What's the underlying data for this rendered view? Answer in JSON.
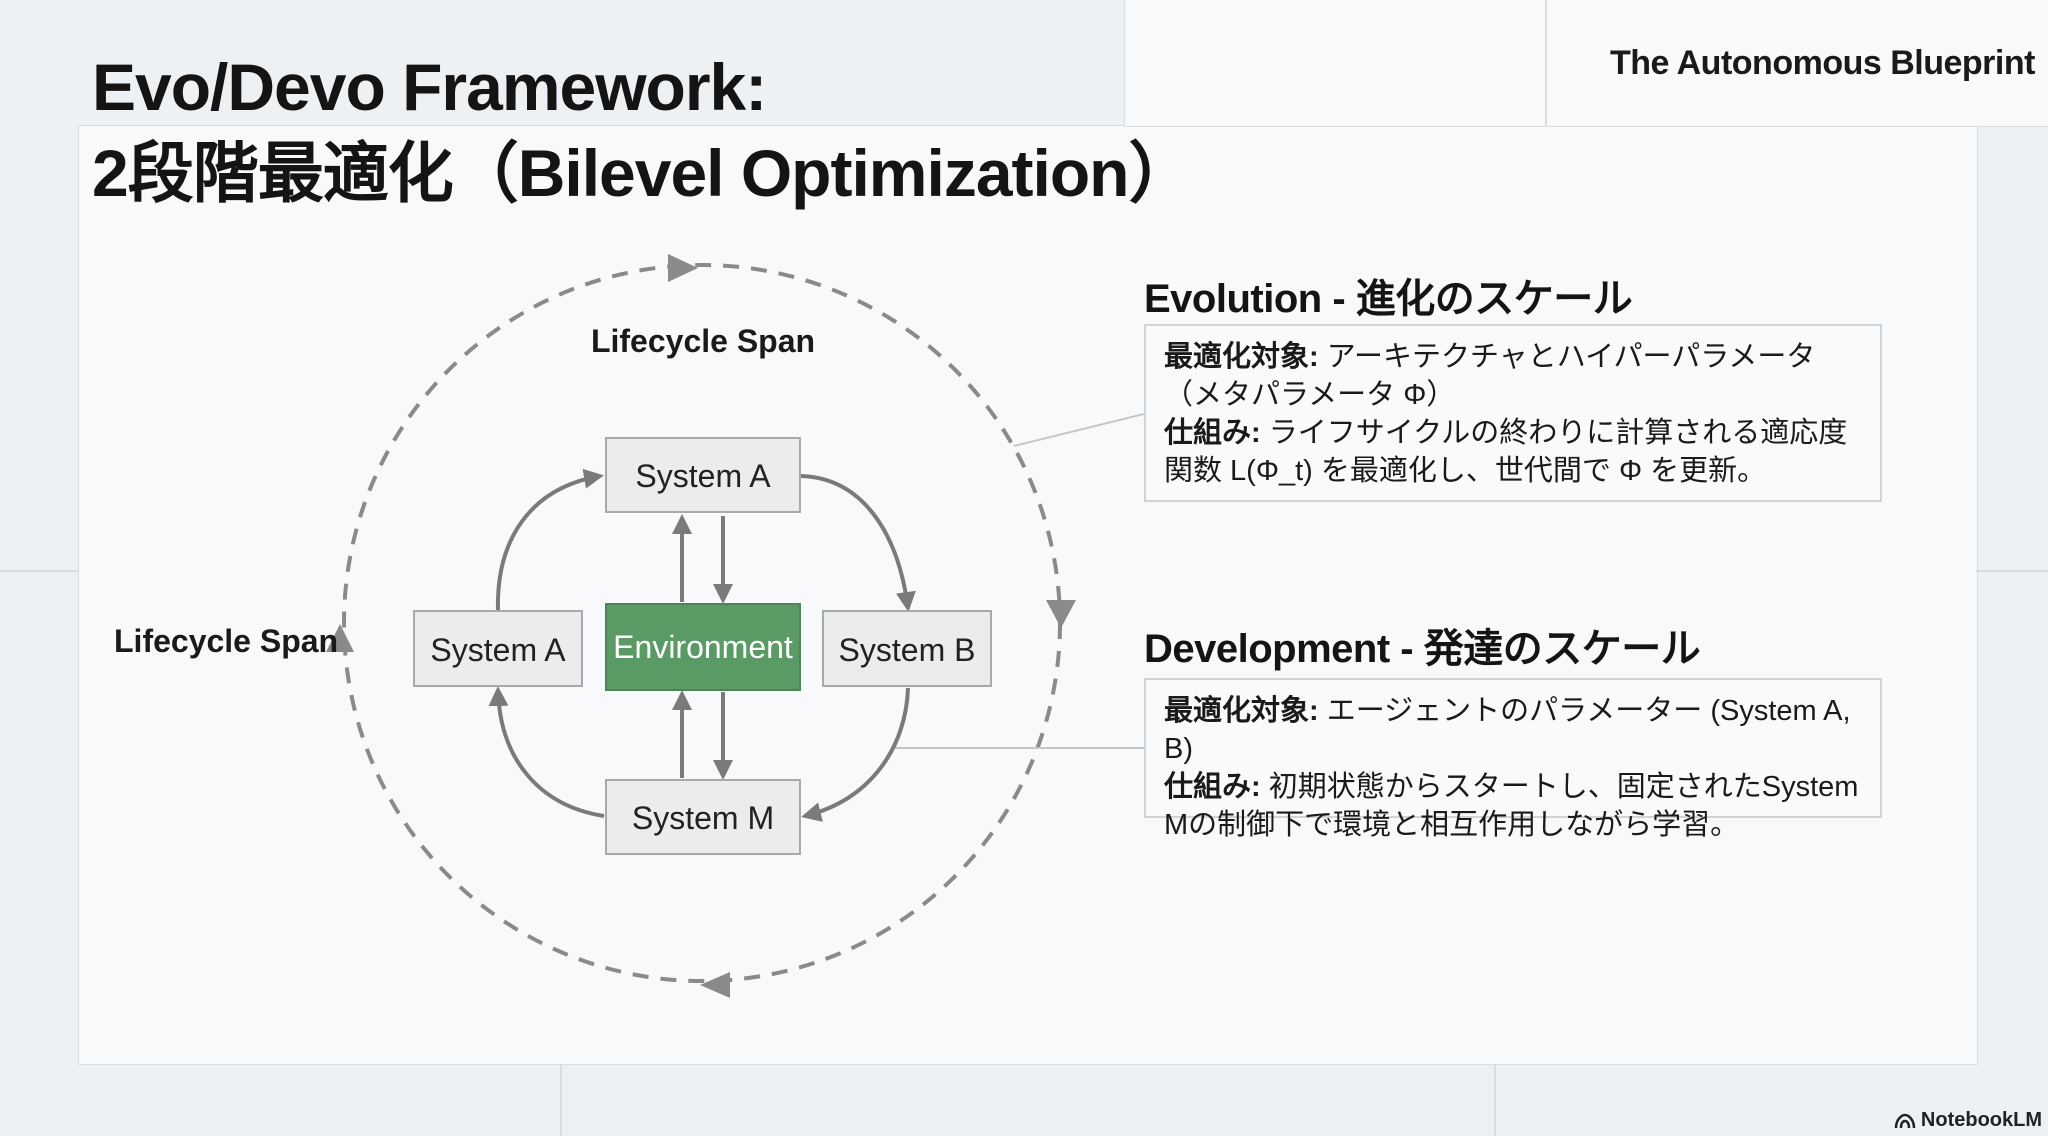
{
  "slide": {
    "title_line1": "Evo/Devo Framework:",
    "title_line2": "2段階最適化（Bilevel Optimization）",
    "brand": "The Autonomous Blueprint",
    "footer_logo": "NotebookLM"
  },
  "diagram": {
    "top_label": "Lifecycle Span",
    "left_label": "Lifecycle Span",
    "nodes": {
      "system_a_top": "System A",
      "system_a_left": "System A",
      "environment": "Environment",
      "system_b": "System B",
      "system_m": "System M"
    },
    "colors": {
      "environment": "#5a9a64",
      "node_fill": "#ececec",
      "arrow": "#7a7a7a"
    }
  },
  "evolution": {
    "heading": "Evolution - 進化のスケール",
    "target_label": "最適化対象:",
    "target_text": " アーキテクチャとハイパーパラメータ（メタパラメータ Φ）",
    "mech_label": "仕組み:",
    "mech_text": " ライフサイクルの終わりに計算される適応度関数 L(Φ_t) を最適化し、世代間で Φ を更新。"
  },
  "development": {
    "heading": "Development - 発達のスケール",
    "target_label": "最適化対象:",
    "target_text": " エージェントのパラメーター (System A, B)",
    "mech_label": "仕組み:",
    "mech_text": " 初期状態からスタートし、固定されたSystem Mの制御下で環境と相互作用しながら学習。"
  }
}
